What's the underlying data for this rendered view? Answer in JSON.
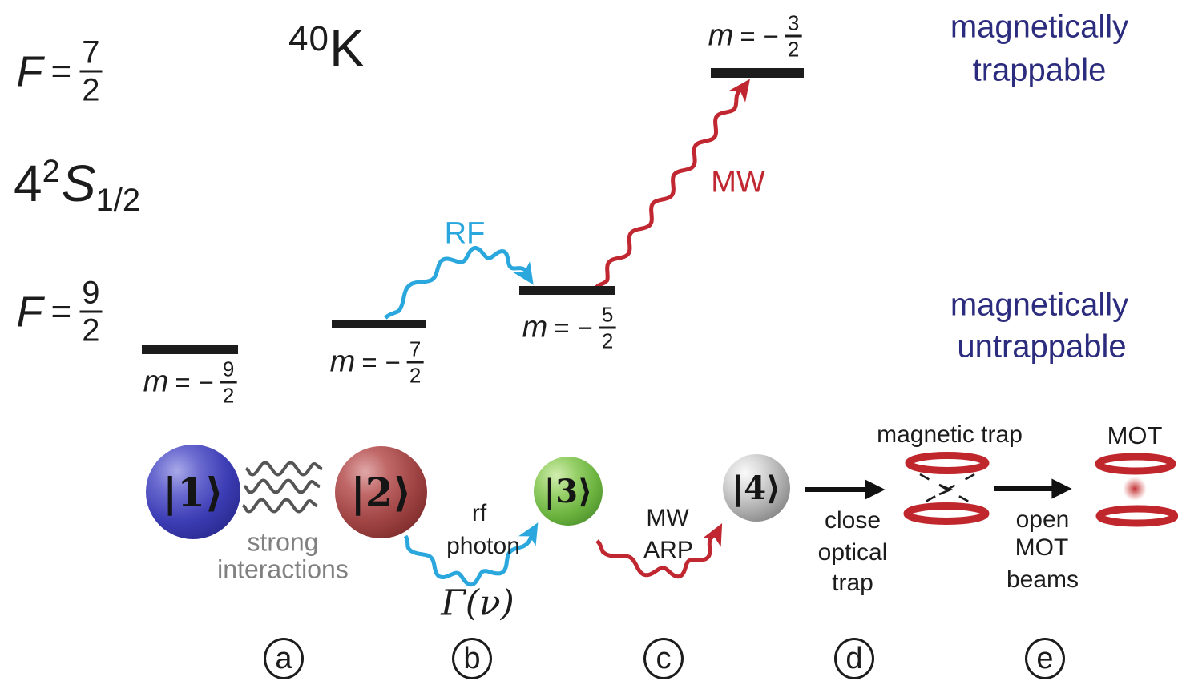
{
  "colors": {
    "cyan": "#2aa7dc",
    "red": "#c02730",
    "navy": "#2c2c7e",
    "coil_red": "#c0272d",
    "gray_text": "#808080",
    "wave_gray": "#555555",
    "black": "#1c1c1c"
  },
  "header": {
    "isotope_mass": "40",
    "isotope_symbol": "K",
    "term_base": "4",
    "term_sup": "2",
    "term_letter": "S",
    "term_sub": "1/2"
  },
  "hyperfine": {
    "upper": {
      "symbol": "F",
      "eq": "=",
      "num": "7",
      "den": "2"
    },
    "lower": {
      "symbol": "F",
      "eq": "=",
      "num": "9",
      "den": "2"
    }
  },
  "levels": [
    {
      "var": "m",
      "eq": "=",
      "minus": "−",
      "num": "9",
      "den": "2"
    },
    {
      "var": "m",
      "eq": "=",
      "minus": "−",
      "num": "7",
      "den": "2"
    },
    {
      "var": "m",
      "eq": "=",
      "minus": "−",
      "num": "5",
      "den": "2"
    },
    {
      "var": "m",
      "eq": "=",
      "minus": "−",
      "num": "3",
      "den": "2"
    }
  ],
  "transitions": {
    "rf": "RF",
    "mw": "MW"
  },
  "trap_labels": {
    "trappable": [
      "magnetically",
      "trappable"
    ],
    "untrappable": [
      "magnetically",
      "untrappable"
    ]
  },
  "sequence": {
    "spheres": [
      {
        "ket": "|1⟩"
      },
      {
        "ket": "|2⟩"
      },
      {
        "ket": "|3⟩"
      },
      {
        "ket": "|4⟩"
      }
    ],
    "interaction": [
      "strong",
      "interactions"
    ],
    "rf_photon": [
      "rf",
      "photon"
    ],
    "gamma": "Γ(ν)",
    "mw_arp": [
      "MW",
      "ARP"
    ],
    "close_trap": [
      "close",
      "optical",
      "trap"
    ],
    "magnetic_trap": "magnetic trap",
    "open_mot": [
      "open",
      "MOT",
      "beams"
    ],
    "mot": "MOT",
    "steps": [
      "a",
      "b",
      "c",
      "d",
      "e"
    ]
  }
}
